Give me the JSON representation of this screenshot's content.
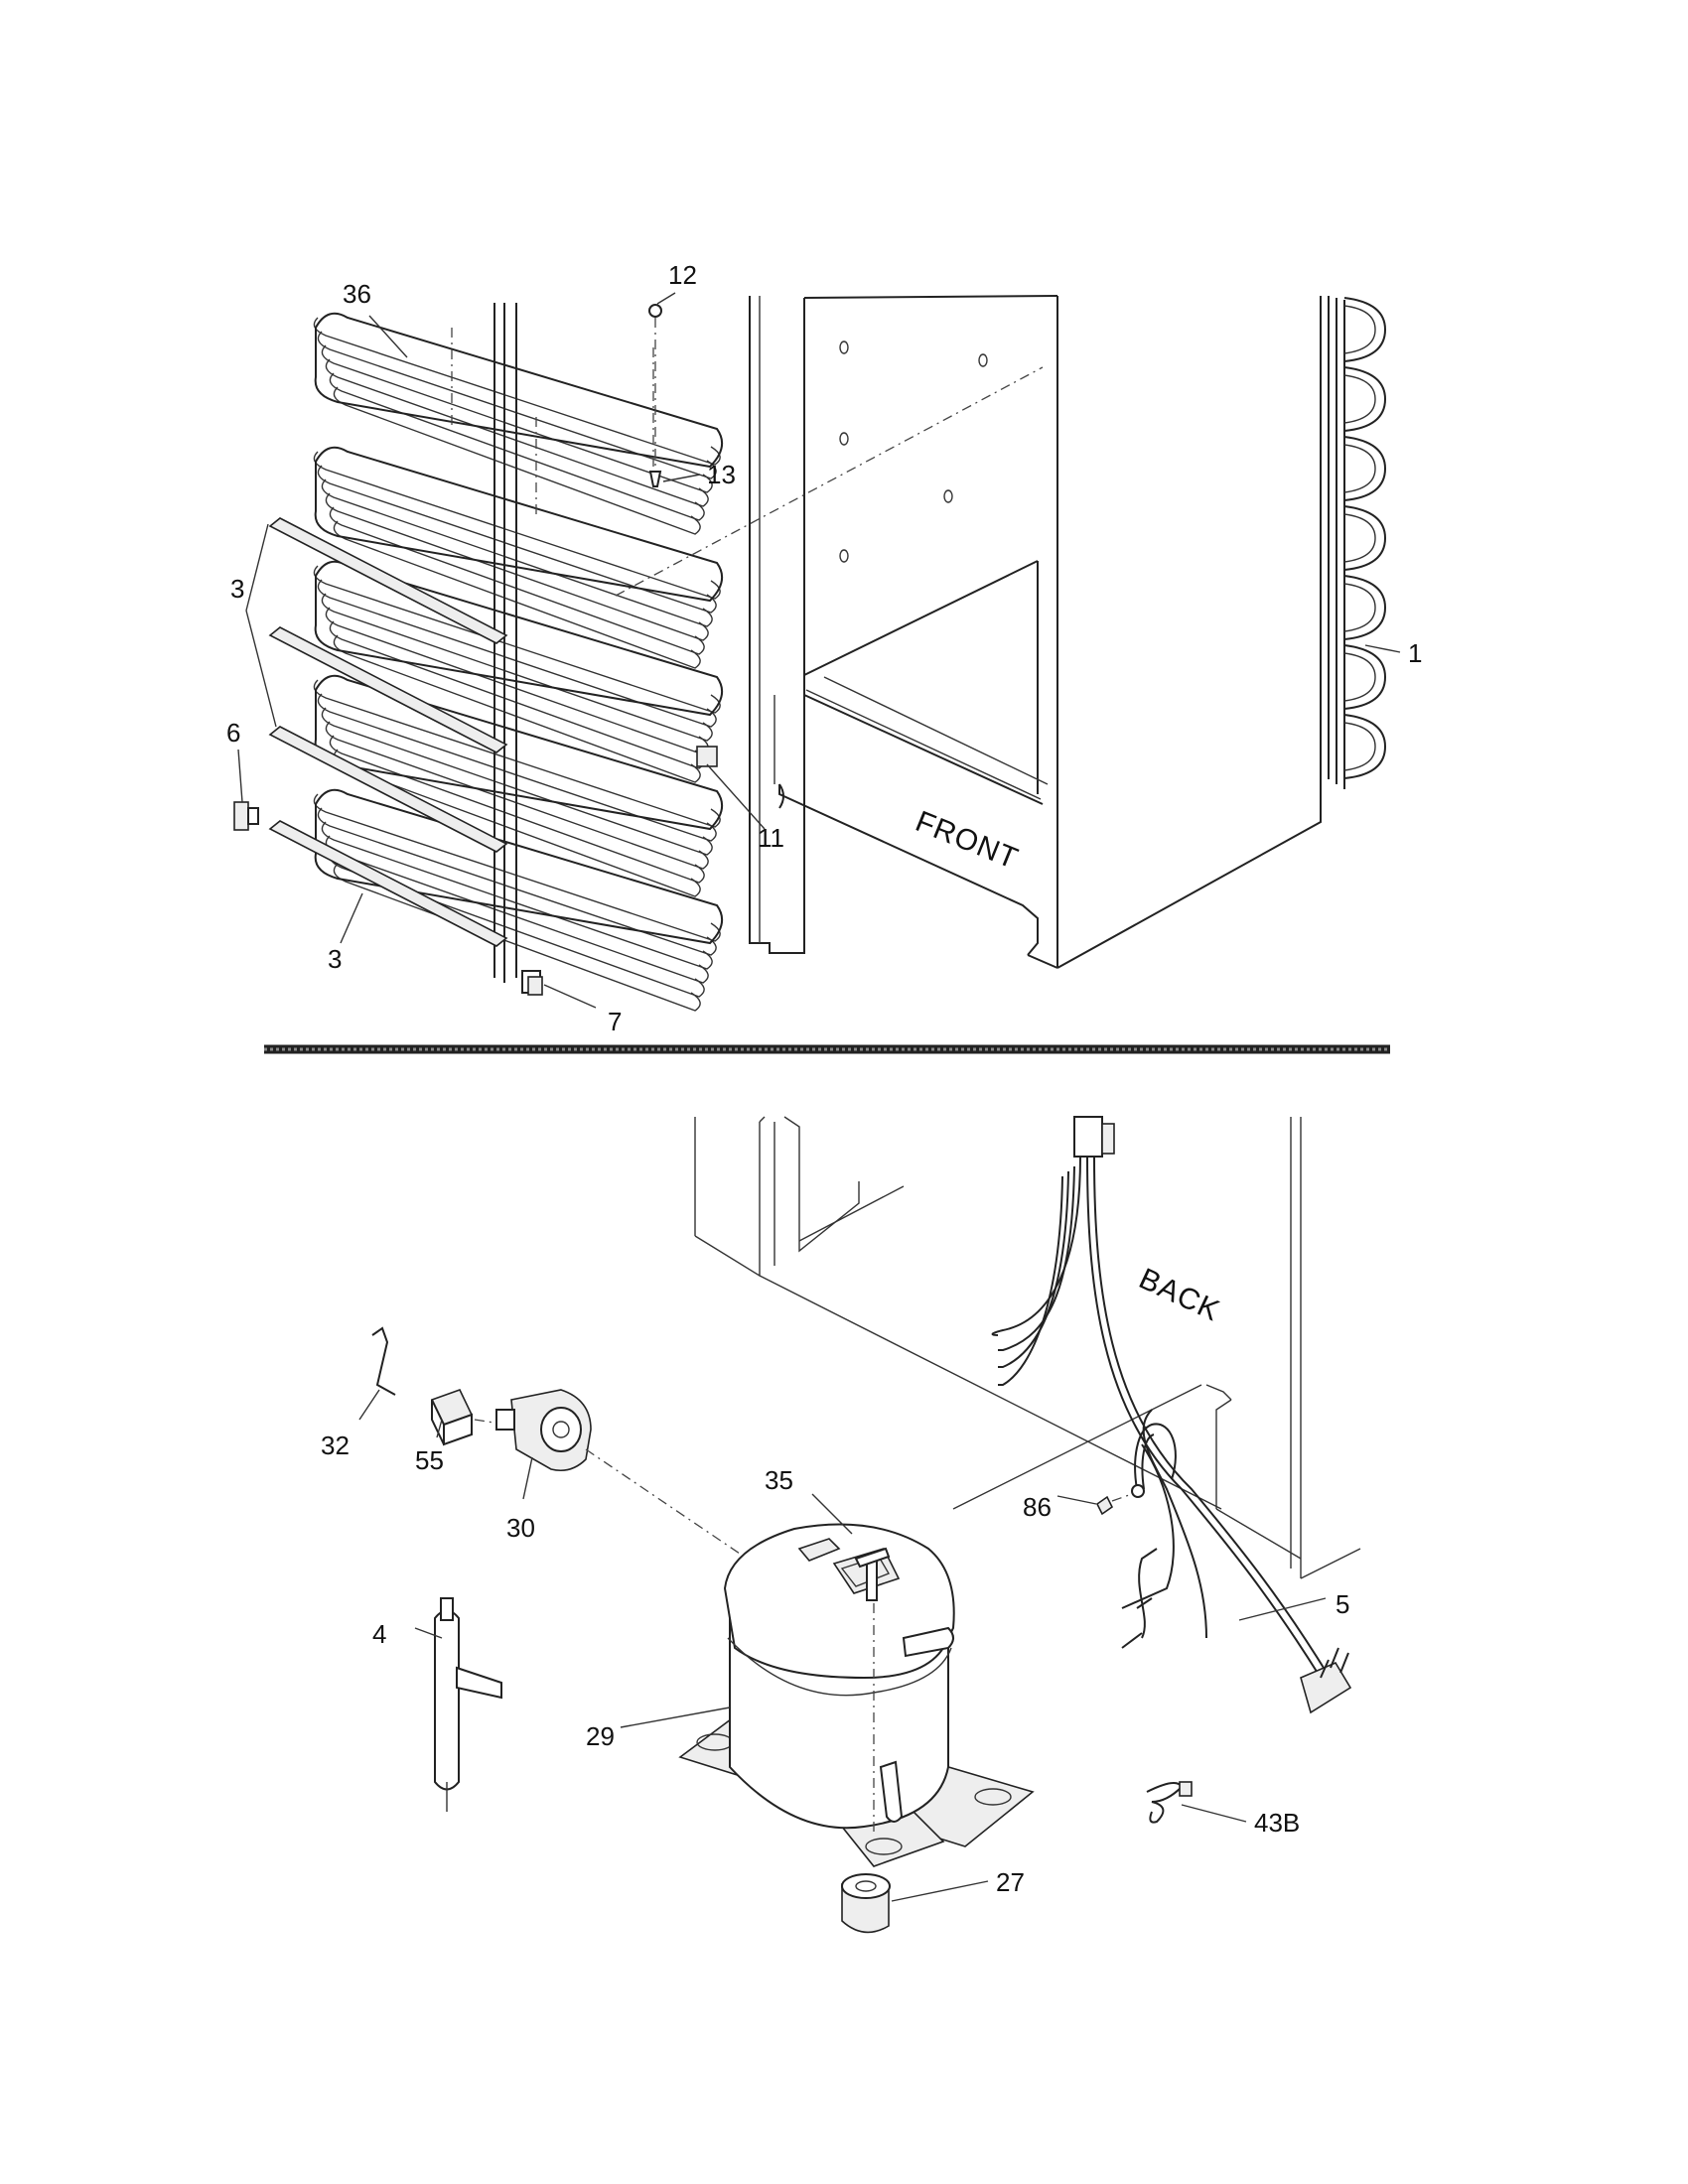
{
  "callouts": {
    "c36": "36",
    "c12": "12",
    "c13": "13",
    "c3a": "3",
    "c3b": "3",
    "c6": "6",
    "c11": "11",
    "c7": "7",
    "c1": "1",
    "c32": "32",
    "c55": "55",
    "c30": "30",
    "c35": "35",
    "c86": "86",
    "c5": "5",
    "c4": "4",
    "c29": "29",
    "c43b": "43B",
    "c27": "27"
  },
  "labels": {
    "front": "FRONT",
    "back": "BACK"
  }
}
